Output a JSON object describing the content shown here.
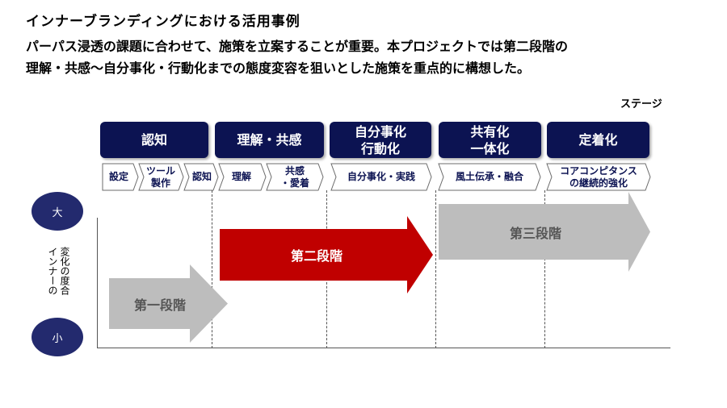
{
  "title": "インナーブランディングにおける活用事例",
  "lead_lines": [
    "パーパス浸透の課題に合わせて、施策を立案することが重要。本プロジェクトでは第二段階の",
    "理解・共感〜自分事化・行動化までの態度変容を狙いとした施策を重点的に構想した。"
  ],
  "stage_label": "ステージ",
  "stages": [
    {
      "lines": [
        "認知"
      ]
    },
    {
      "lines": [
        "理解・共感"
      ]
    },
    {
      "lines": [
        "自分事化",
        "行動化"
      ]
    },
    {
      "lines": [
        "共有化",
        "一体化"
      ]
    },
    {
      "lines": [
        "定着化"
      ]
    }
  ],
  "substeps": [
    {
      "lines": [
        "設定"
      ]
    },
    {
      "lines": [
        "ツール",
        "製作"
      ]
    },
    {
      "lines": [
        "認知"
      ]
    },
    {
      "lines": [
        "理解"
      ]
    },
    {
      "lines": [
        "共感",
        "・愛着"
      ]
    },
    {
      "lines": [
        "自分事化・実践"
      ]
    },
    {
      "lines": [
        "風土伝承・融合"
      ]
    },
    {
      "lines": [
        "コアコンピタンス",
        "の継続的強化"
      ]
    }
  ],
  "axis": {
    "title_lines": [
      "インナーの",
      "変化の度合"
    ],
    "high": "大",
    "low": "小"
  },
  "phases": [
    {
      "label": "第一段階",
      "color": "#bdbdbd",
      "text_color": "#555555"
    },
    {
      "label": "第二段階",
      "color": "#c00000",
      "text_color": "#ffffff"
    },
    {
      "label": "第三段階",
      "color": "#bdbdbd",
      "text_color": "#555555"
    }
  ],
  "colors": {
    "navy": "#0c1352",
    "circle": "#232a6e"
  }
}
